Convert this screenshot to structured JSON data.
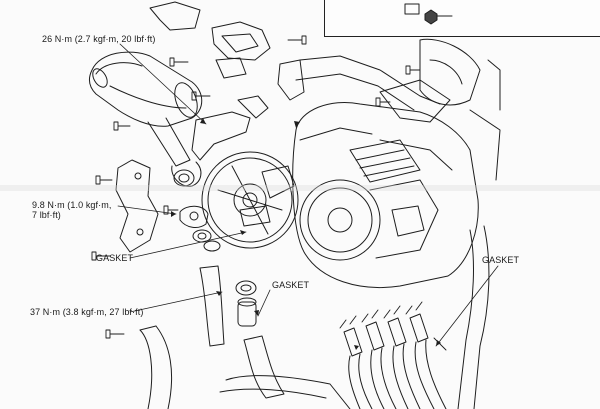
{
  "callouts": {
    "torque_top": "26 N·m (2.7 kgf·m, 20 lbf·ft)",
    "torque_mid_line1": "9.8 N·m (1.0 kgf·m,",
    "torque_mid_line2": "7 lbf·ft)",
    "gasket_left": "GASKET",
    "gasket_center": "GASKET",
    "gasket_right": "GASKET",
    "torque_bottom": "37 N·m (3.8 kgf·m, 27 lbf·ft)"
  },
  "colors": {
    "ink": "#1a1a1a",
    "paper": "#fbfbfb"
  }
}
